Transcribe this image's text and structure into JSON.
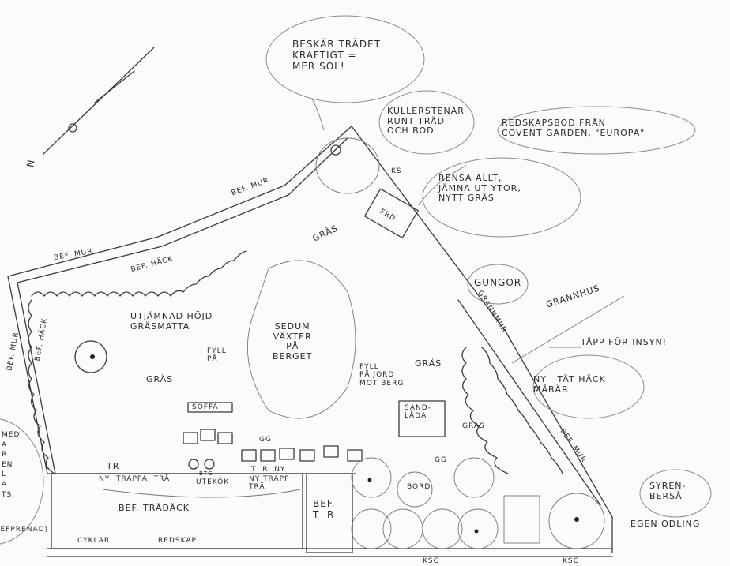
{
  "notes": {
    "prune_tree": "BESKÄR TRÄDET\nKRAFTIGT =\nMER SOL!",
    "cobblestones": "KULLERSTENAR\nRUNT TRÄD\nOCH BOD",
    "tool_shed": "REDSKAPSBOD FRÅN\nCOVENT GARDEN, \"EUROPA\"",
    "clear_all": "RENSA ALLT,\nJÄMNA UT YTOR,\nNYTT GRÄS",
    "swings": "GUNGOR",
    "neighbor_house": "GRANNHUS",
    "privacy_plug": "TÄPP FÖR INSYN!",
    "new_hedge": "NY   TÄT HÄCK\nMÅBÄR",
    "lilac_arbor": "SYREN-\nBERSÅ",
    "own_growing": "EGEN ODLING"
  },
  "labels": {
    "wall_top": "BEF. MUR",
    "wall_left_top": "BEF. MUR",
    "wall_left": "BEF. MUR",
    "wall_right": "BEF. MUR",
    "hedge_top": "BEF. HÄCK",
    "hedge_left": "BEF. HÄCK",
    "ks": "KS",
    "shed": "FRD",
    "grass_1": "GRÄS",
    "grass_2": "GRÄS",
    "grass_3": "GRÄS",
    "grass_4": "GRÄS",
    "lawn": "UTJÄMNAD HÖJD\nGRÄSMATTA",
    "sedum": "SEDUM\nVÄXTER\nPÅ\nBERGET",
    "fill": "FYLL\nPÅ",
    "fill_soil": "FYLL\nPÅ JORD\nMOT BERG",
    "sofa": "SOFFA",
    "sandbox": "SAND-\nLÅDA",
    "gg_1": "GG",
    "gg_2": "GG",
    "table": "BORD",
    "grannmur": "GRANNMUR",
    "tr_1": "TR",
    "ny_1": "NY",
    "new_stairs_1": "NY  TRAPPA, TRÄ",
    "btg": "BTG",
    "outdoor_kitchen": "UTEKÖK",
    "new_stairs_2": "NY TRAPP\nTRÄ",
    "tr_2": "T  R  NY",
    "deck": "BEF. TRÄDÄCK",
    "bikes": "CYKLAR",
    "tools": "REDSKAP",
    "bef_tr": "BEF.\nT  R",
    "ksg_1": "KSG",
    "ksg_2": "KSG",
    "left_note": "MED\nA\nR\nEN\nL\nA\nTS.",
    "left_note_2": "(EFPRENAD)",
    "north": "N"
  }
}
